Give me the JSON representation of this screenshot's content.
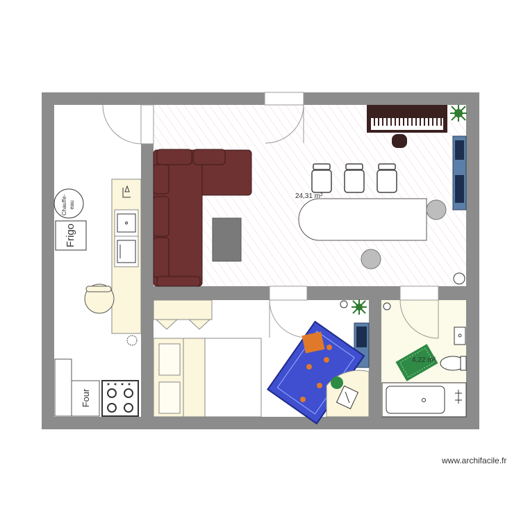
{
  "plan": {
    "areas": {
      "main_room": "24,31 m²",
      "bathroom": "4,22 m²"
    },
    "labels": {
      "fridge": "Frigo",
      "water_heater_line1": "Chauffe-",
      "water_heater_line2": "eau",
      "oven": "Four"
    },
    "colors": {
      "wall": "#8c8c8c",
      "sofa": "#6e3232",
      "coffee_table": "#7a7a7a",
      "counter": "#fbf6dc",
      "rug_blue": "#3f4fcf",
      "rug_orange": "#e07a2a",
      "piano": "#3b2020",
      "stool": "#ffffff",
      "floor_hatch": "#e8c8e0",
      "bath_floor": "#fcfae8",
      "mat_green": "#2e8a44"
    },
    "icons": [
      "plant-icon",
      "lamp-icon",
      "sink-icon",
      "stove-icon",
      "toilet-icon",
      "bathtub-icon",
      "laptop-icon",
      "piano-icon",
      "bookshelf-icon"
    ]
  },
  "footer": {
    "credit": "www.archifacile.fr"
  }
}
